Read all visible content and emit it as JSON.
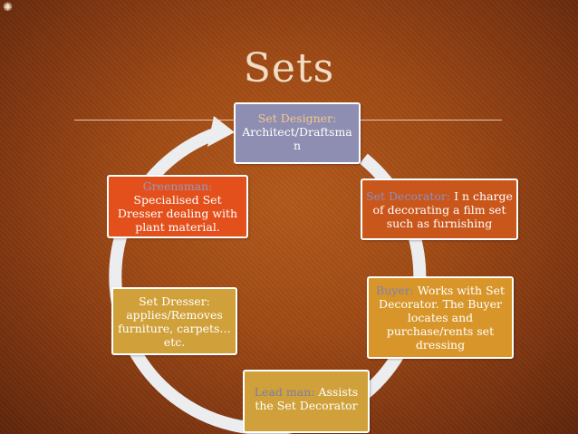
{
  "slide": {
    "title": "Sets",
    "decor_glyph": "✺"
  },
  "nodes": {
    "set_designer": {
      "role": "Set Designer:",
      "text": "Architect/Draftsman"
    },
    "set_decorator": {
      "role": "Set Decorator:",
      "text": "I n charge of decorating a film set such as furnishing"
    },
    "buyer": {
      "role": "Buyer:",
      "text": "Works with Set Decorator. The Buyer locates and purchase/rents set dressing"
    },
    "lead_man": {
      "role": "Lead man:",
      "text": "Assists the Set Decorator"
    },
    "set_dresser": {
      "role": "Set Dresser:",
      "text": "applies/Removes furniture, carpets…etc."
    },
    "greensman": {
      "role": "Greensman:",
      "text": "Specialised Set Dresser dealing with plant material."
    }
  },
  "colors": {
    "background": "#a04a15",
    "ring": "#ecedef",
    "set_designer": "#8e8db2",
    "set_decorator": "#c9561a",
    "buyer": "#d8962a",
    "lead_man": "#d0a13a",
    "set_dresser": "#d0a13a",
    "greensman": "#e3501b"
  }
}
